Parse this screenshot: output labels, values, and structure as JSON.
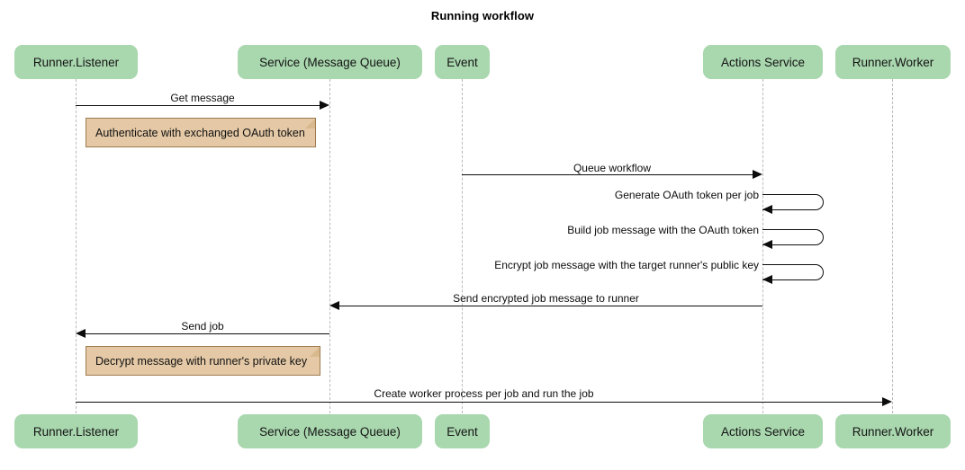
{
  "title": "Running workflow",
  "colors": {
    "participant_fill": "#a9d7ae",
    "note_fill": "#e5c9a6",
    "note_border": "#9e7b4f",
    "lifeline": "#b9b9b9",
    "line": "#0d0d0d",
    "background": "#ffffff"
  },
  "participants": [
    {
      "id": "runner-listener",
      "label": "Runner.Listener"
    },
    {
      "id": "service-message-queue",
      "label": "Service (Message Queue)"
    },
    {
      "id": "event",
      "label": "Event"
    },
    {
      "id": "actions-service",
      "label": "Actions Service"
    },
    {
      "id": "runner-worker",
      "label": "Runner.Worker"
    }
  ],
  "messages": [
    {
      "id": "get-message",
      "label": "Get message",
      "from": "runner-listener",
      "to": "service-message-queue",
      "direction": "right",
      "kind": "call"
    },
    {
      "id": "queue-workflow",
      "label": "Queue workflow",
      "from": "event",
      "to": "actions-service",
      "direction": "right",
      "kind": "call"
    },
    {
      "id": "generate-oauth-token-per-job",
      "label": "Generate OAuth token per job",
      "from": "actions-service",
      "to": "actions-service",
      "direction": "self",
      "kind": "self"
    },
    {
      "id": "build-job-message-with-the-oauth-token",
      "label": "Build job message with the OAuth token",
      "from": "actions-service",
      "to": "actions-service",
      "direction": "self",
      "kind": "self"
    },
    {
      "id": "encrypt-job-message-with-the-target-runners-public-key",
      "label": "Encrypt job message with the target runner's public key",
      "from": "actions-service",
      "to": "actions-service",
      "direction": "self",
      "kind": "self"
    },
    {
      "id": "send-encrypted-job-message-to-runner",
      "label": "Send encrypted job message to runner",
      "from": "actions-service",
      "to": "service-message-queue",
      "direction": "left",
      "kind": "call"
    },
    {
      "id": "send-job",
      "label": "Send job",
      "from": "service-message-queue",
      "to": "runner-listener",
      "direction": "left",
      "kind": "call"
    },
    {
      "id": "create-worker-process-per-job-and-run-the-job",
      "label": "Create worker process per job and run the job",
      "from": "runner-listener",
      "to": "runner-worker",
      "direction": "right",
      "kind": "call"
    }
  ],
  "notes": [
    {
      "id": "note-authenticate",
      "label": "Authenticate with exchanged OAuth token",
      "over": "runner-listener"
    },
    {
      "id": "note-decrypt",
      "label": "Decrypt message with runner's private key",
      "over": "runner-listener"
    }
  ]
}
